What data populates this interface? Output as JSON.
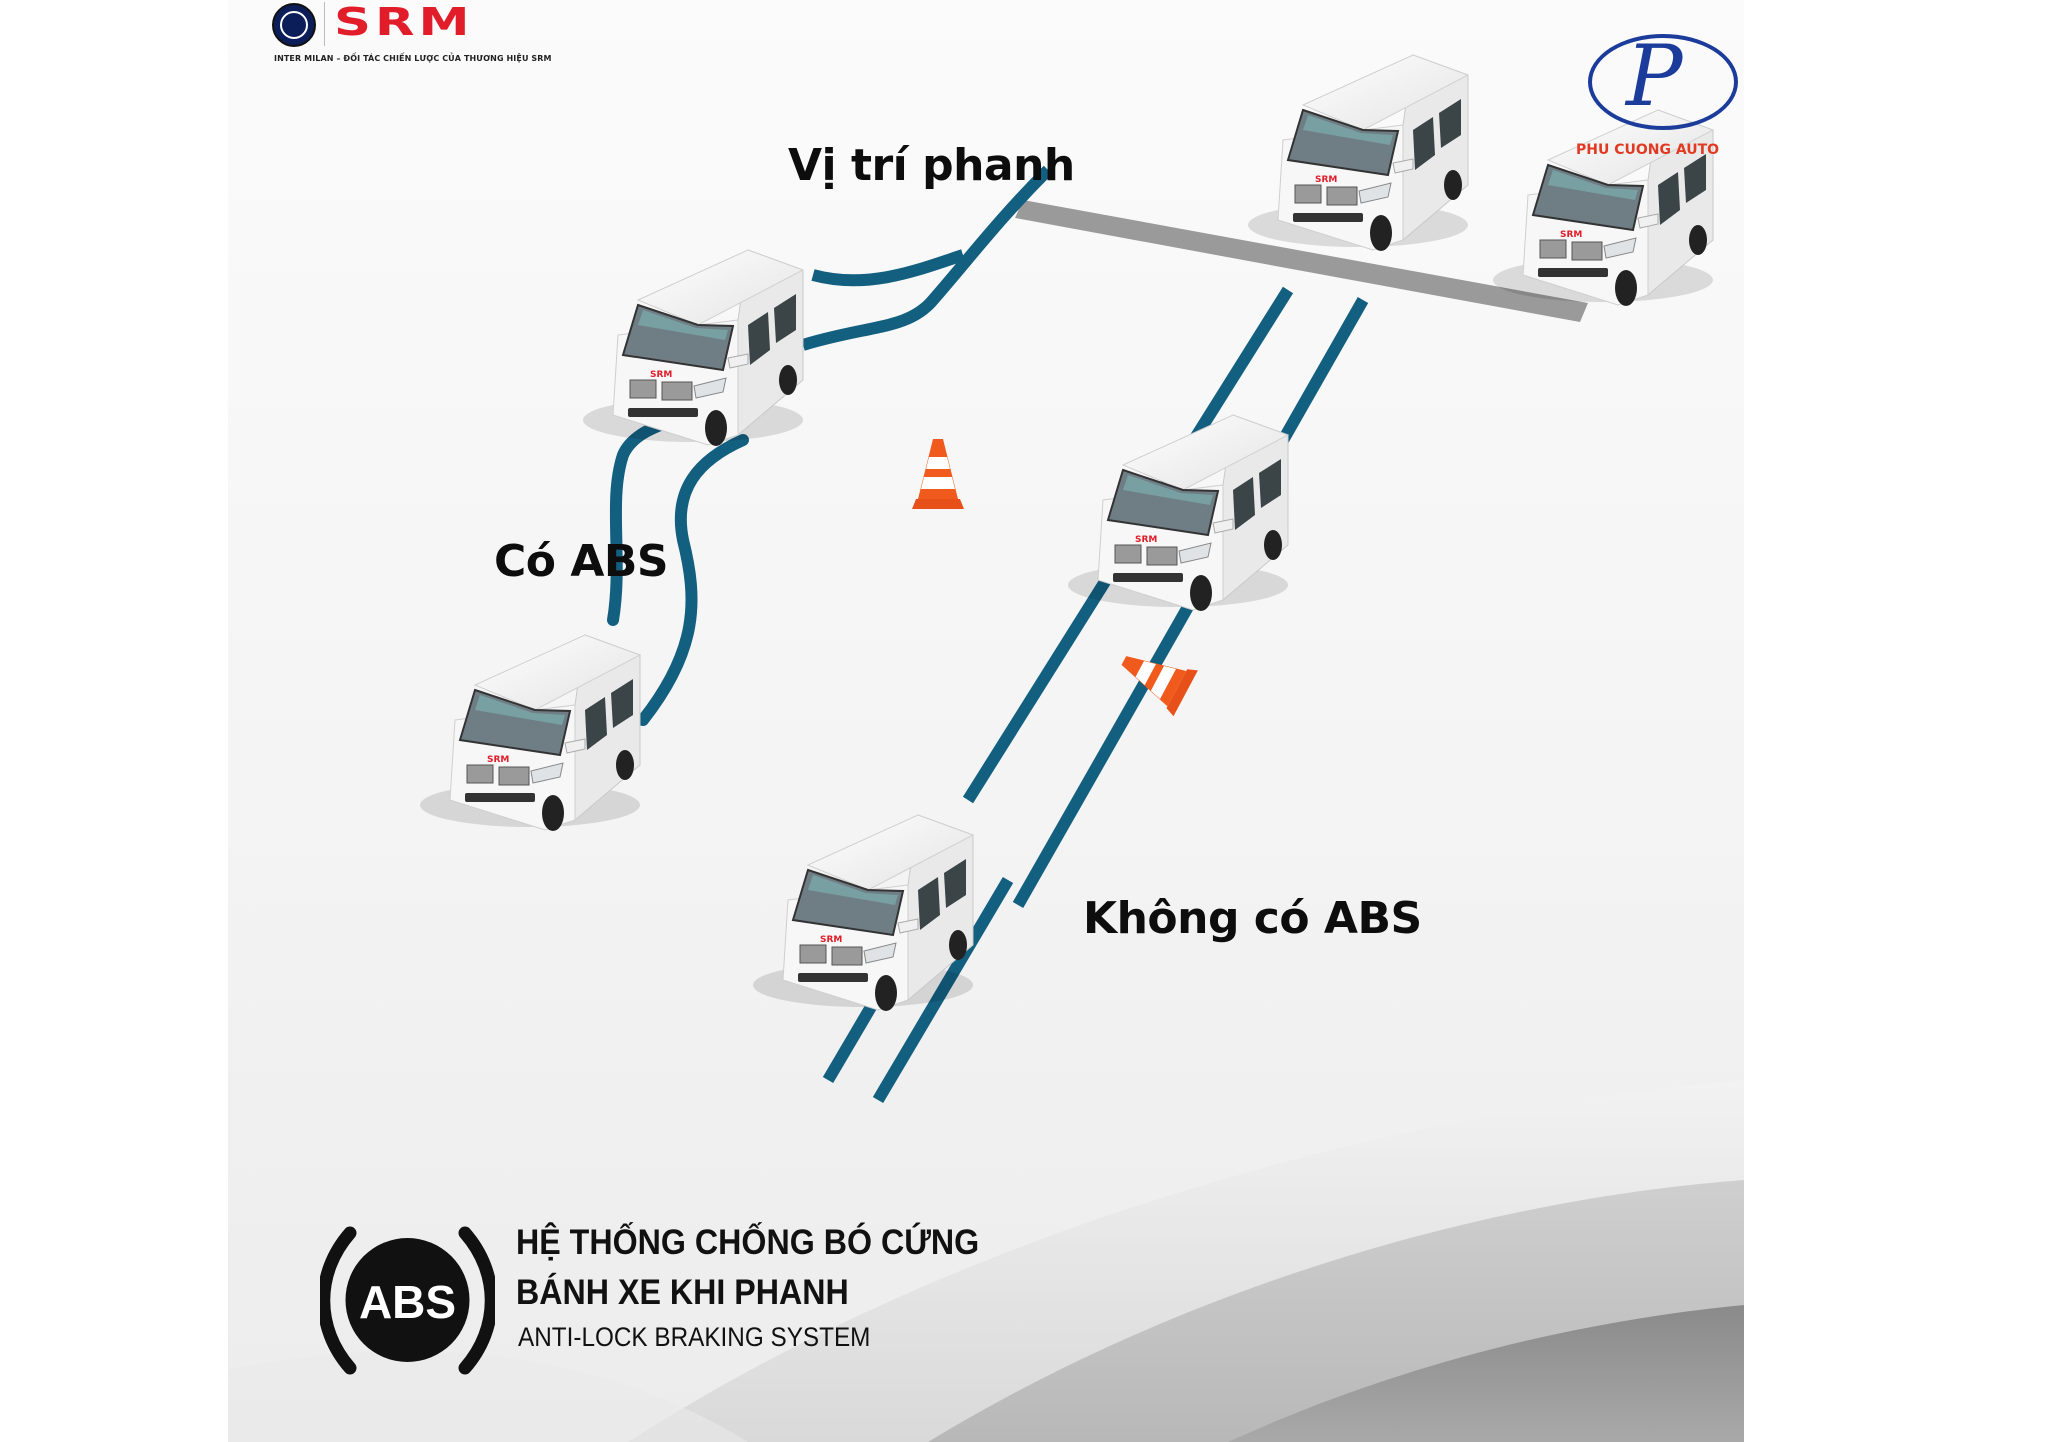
{
  "header": {
    "partner_logo": {
      "icon": "inter-milan-badge-icon",
      "brand": "SRM",
      "tagline": "INTER MILAN – ĐỐI TÁC CHIẾN LƯỢC CỦA THƯƠNG HIỆU SRM",
      "brand_color": "#e11d2a"
    },
    "dealer_logo": {
      "icon": "phu-cuong-p-oval-icon",
      "letter": "P",
      "name": "PHU CUONG AUTO",
      "oval_color": "#1b3c9b",
      "name_color": "#e23a22"
    }
  },
  "diagram": {
    "labels": {
      "brake_point": "Vị trí phanh",
      "with_abs": "Có ABS",
      "without_abs": "Không có ABS"
    },
    "track_color": "#135f80",
    "brake_line_color": "#9a9a9a",
    "cone_color": "#f05a1c",
    "van_badge": "SRM",
    "vans": [
      {
        "group": "with_abs",
        "position": "start"
      },
      {
        "group": "with_abs",
        "position": "swerve"
      },
      {
        "group": "with_abs",
        "position": "stopped"
      },
      {
        "group": "without_abs",
        "position": "start"
      },
      {
        "group": "without_abs",
        "position": "hit_cone"
      },
      {
        "group": "without_abs",
        "position": "stopped"
      }
    ]
  },
  "feature": {
    "icon": "abs-warning-icon",
    "icon_text": "ABS",
    "title_line1": "HỆ THỐNG CHỐNG BÓ CỨNG",
    "title_line2": "BÁNH XE KHI PHANH",
    "subtitle": "ANTI-LOCK BRAKING SYSTEM"
  }
}
